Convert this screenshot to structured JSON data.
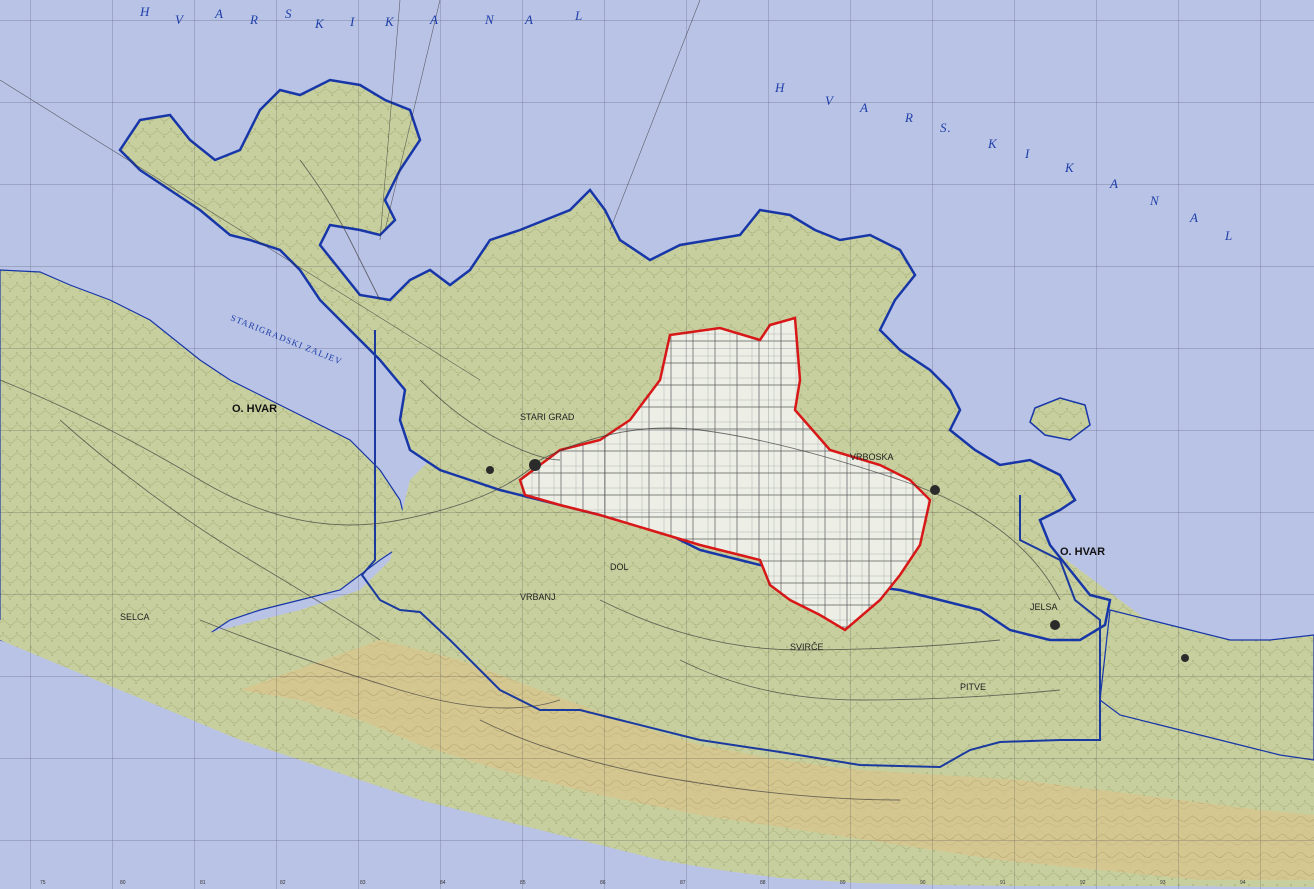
{
  "map": {
    "sea_labels": {
      "top_left": [
        "H",
        "V",
        "A",
        "R",
        "S",
        "K",
        "I",
        "K",
        "A",
        "N",
        "A",
        "L"
      ],
      "right": [
        "H",
        "V",
        "A",
        "R",
        "S.",
        "K",
        "I",
        "K",
        "A",
        "N",
        "A",
        "L"
      ]
    },
    "bay_label": "STARIGRADSKI ZALJEV",
    "island_label_west": "O. HVAR",
    "island_label_east": "O. HVAR",
    "town_stari_grad": "STARI GRAD",
    "town_vrboska": "VRBOSKA",
    "town_jelsa": "JELSA",
    "town_dol": "DOL",
    "town_vrbanj": "VRBANJ",
    "town_svirce": "SVIRČE",
    "town_pitve": "PITVE",
    "town_selca": "SELCA",
    "colors": {
      "sea": "#b9c3e6",
      "land": "#c9cf9f",
      "land_high": "#d6c692",
      "plain": "#eef0ea",
      "coastline": "#1736a8",
      "boundary_blue": "#1a3aa0",
      "boundary_red": "#d81818",
      "grid": "#2a2a44"
    },
    "bottom_ticks": [
      "75",
      "80",
      "81",
      "82",
      "83",
      "84",
      "85",
      "86",
      "87",
      "88",
      "89",
      "90",
      "91",
      "92",
      "93",
      "94"
    ]
  }
}
